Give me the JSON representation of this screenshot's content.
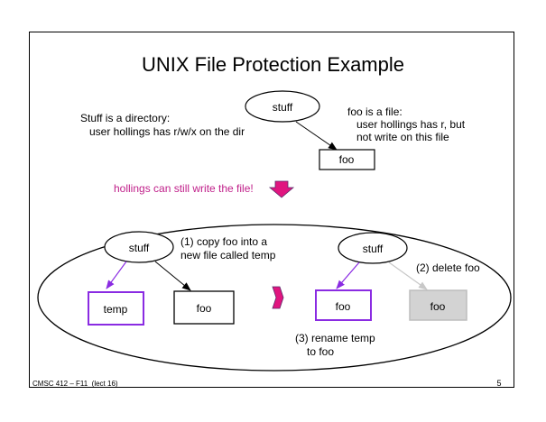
{
  "title": "UNIX File Protection Example",
  "top": {
    "dir_label": "stuff",
    "file_label": "foo",
    "dir_note": [
      "Stuff is a directory:",
      "   user hollings has r/w/x on the dir"
    ],
    "file_note": [
      "foo is a file:",
      "   user hollings has r, but",
      "   not write on this file"
    ]
  },
  "callout": "hollings can still write the file!",
  "steps": {
    "left_dir": "stuff",
    "temp_label": "temp",
    "left_foo": "foo",
    "step1": [
      "(1) copy foo into a",
      "new file called temp"
    ],
    "right_dir": "stuff",
    "right_foo": "foo",
    "deleted_foo": "foo",
    "step2": "(2) delete foo",
    "step3": [
      "(3) rename temp",
      "to foo"
    ]
  },
  "footer": {
    "left": "CMSC 412 – F11  (lect 16)",
    "page": "5"
  },
  "colors": {
    "accent_purple": "#8a2be2",
    "callout_magenta": "#c0208a",
    "arrow_fill": "#e0157f",
    "deleted_gray": "#d3d3d3"
  }
}
